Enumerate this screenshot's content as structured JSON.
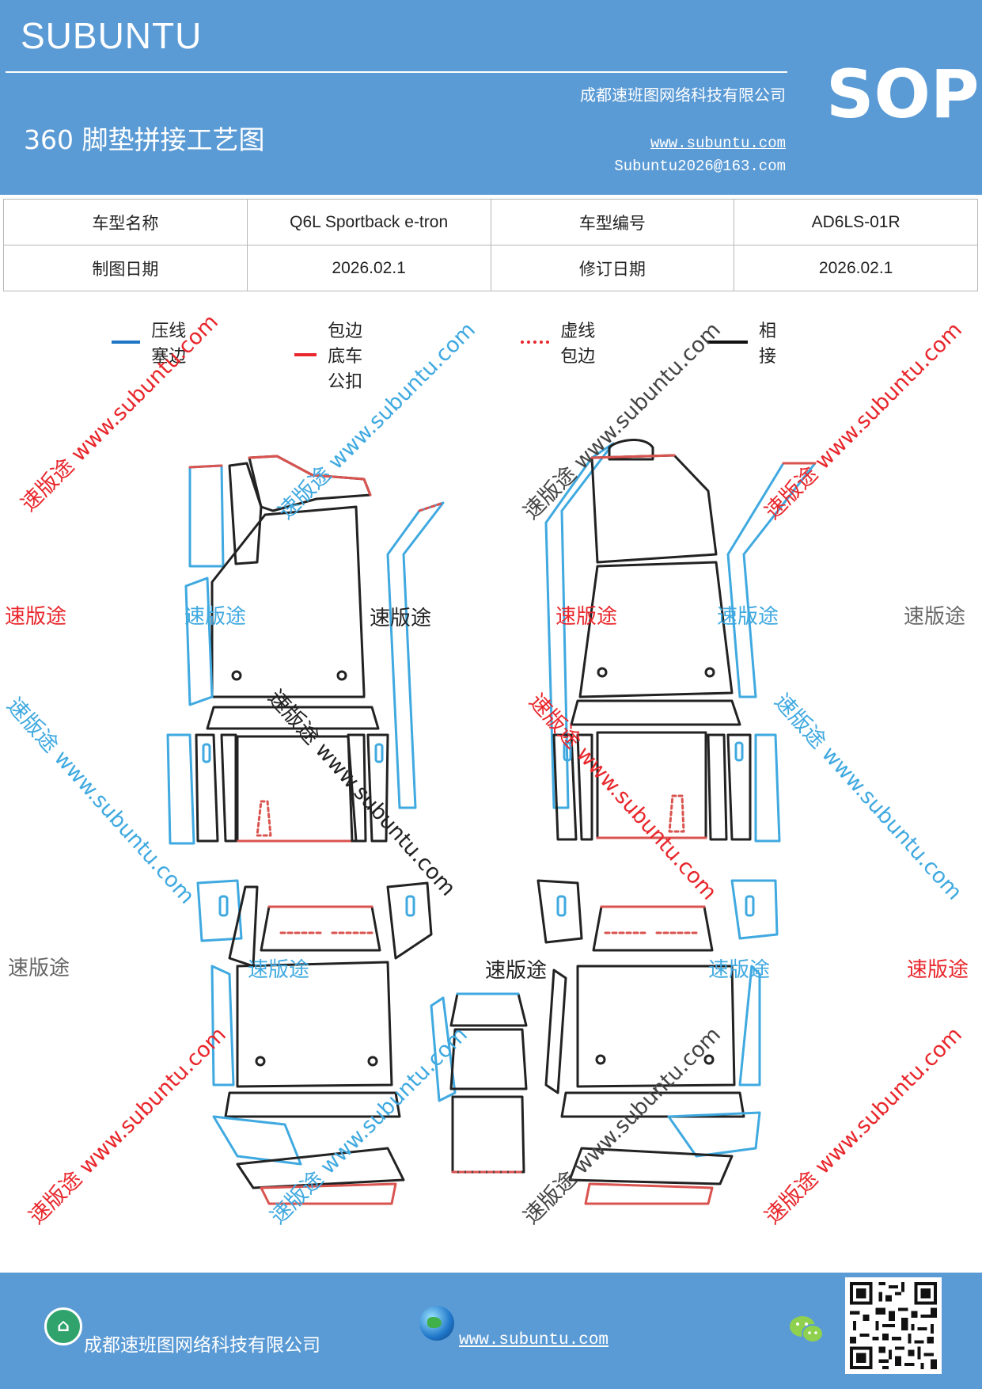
{
  "header": {
    "brand": "SUBUNTU",
    "company": "成都速班图网络科技有限公司",
    "title": "360 脚垫拼接工艺图",
    "website": "www.subuntu.com",
    "email": "Subuntu2026@163.com",
    "badge": "SOP"
  },
  "info_table": {
    "rows": [
      {
        "label1": "车型名称",
        "value1": "Q6L  Sportback  e-tron",
        "label2": "车型编号",
        "value2": "AD6LS-01R"
      },
      {
        "label1": "制图日期",
        "value1": "2026.02.1",
        "label2": "修订日期",
        "value2": "2026.02.1"
      }
    ]
  },
  "legend": [
    {
      "label": "压线塞边",
      "color": "#1f77c4",
      "style": "solid"
    },
    {
      "label": "包边底车公扣",
      "color": "#e8262b",
      "style": "solid"
    },
    {
      "label": "虚线包边",
      "color": "#e8262b",
      "style": "dotted"
    },
    {
      "label": "相接",
      "color": "#111111",
      "style": "solid"
    }
  ],
  "watermarks": {
    "brand_cn": "速版途",
    "diag_text": "速版途 www.subuntu.com",
    "colors": {
      "red": "#e8262b",
      "blue": "#3fa9e0",
      "gray": "#666666",
      "dark": "#222222"
    }
  },
  "footer": {
    "company": "成都速班图网络科技有限公司",
    "website": "www.subuntu.com",
    "icons": [
      "home-icon",
      "globe-icon",
      "wechat-icon",
      "qr-code"
    ]
  },
  "colors": {
    "header_bg": "#5b9bd5",
    "line_blue": "#3fa9e0",
    "line_red": "#d9534f",
    "line_black": "#222222"
  }
}
